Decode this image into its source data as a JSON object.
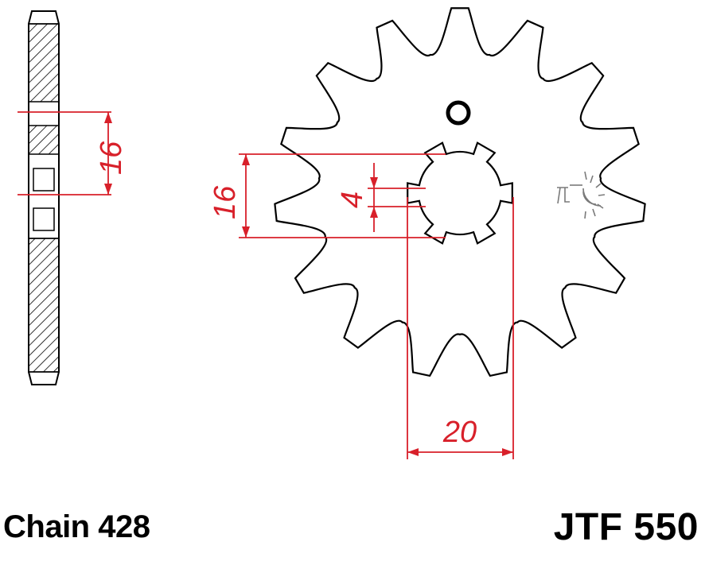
{
  "labels": {
    "chain": "Chain 428",
    "model": "JTF 550"
  },
  "dimensions": {
    "side_thickness": "16",
    "spline_height": "16",
    "spline_tooth": "4",
    "spline_width": "20"
  },
  "sprocket": {
    "tooth_count": 15,
    "spline_count": 6
  },
  "colors": {
    "outline": "#000000",
    "dimension": "#d8202a",
    "logo": "#7a7a7a"
  }
}
